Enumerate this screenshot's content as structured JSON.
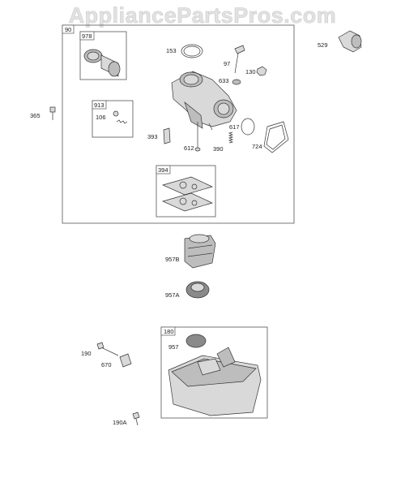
{
  "watermark": "AppliancePartsPros.com",
  "labels": {
    "box_90": "90",
    "box_978": "978",
    "box_913": "913",
    "box_394": "394",
    "box_180": "180",
    "p_153": "153",
    "p_97": "97",
    "p_130": "130",
    "p_633": "633",
    "p_529": "529",
    "p_365": "365",
    "p_106": "106",
    "p_393": "393",
    "p_612": "612",
    "p_390": "390",
    "p_617": "617",
    "p_724": "724",
    "p_957B": "957B",
    "p_957A": "957A",
    "p_957": "957",
    "p_190": "190",
    "p_670": "670",
    "p_190A": "190A"
  }
}
